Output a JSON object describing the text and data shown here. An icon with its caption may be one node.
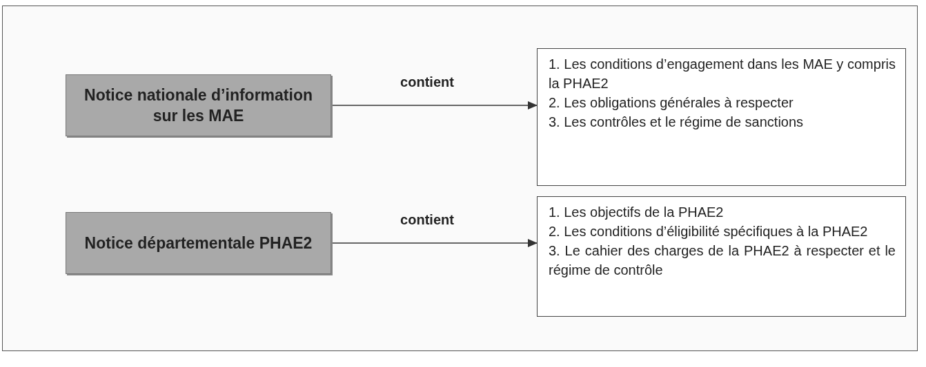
{
  "diagram": {
    "nodes": [
      {
        "text": [
          "Notice nationale d’information sur les MAE"
        ]
      },
      {
        "text": [
          "1. Les conditions d’engagement dans les MAE y compris la PHAE2",
          "2. Les obligations générales à respecter",
          "3. Les contrôles et le régime de sanctions"
        ]
      },
      {
        "text": [
          "Notice départementale PHAE2"
        ]
      },
      {
        "text": [
          "1. Les objectifs de la PHAE2",
          "2. Les conditions d’éligibilité spécifiques à la PHAE2",
          "3. Le cahier des charges de la PHAE2 à respecter et le régime de contrôle"
        ]
      }
    ],
    "edges": [
      {
        "from": 0,
        "to": 1,
        "arrow": "to",
        "label": "contient"
      },
      {
        "from": 2,
        "to": 3,
        "arrow": "to",
        "label": "contient"
      }
    ]
  }
}
